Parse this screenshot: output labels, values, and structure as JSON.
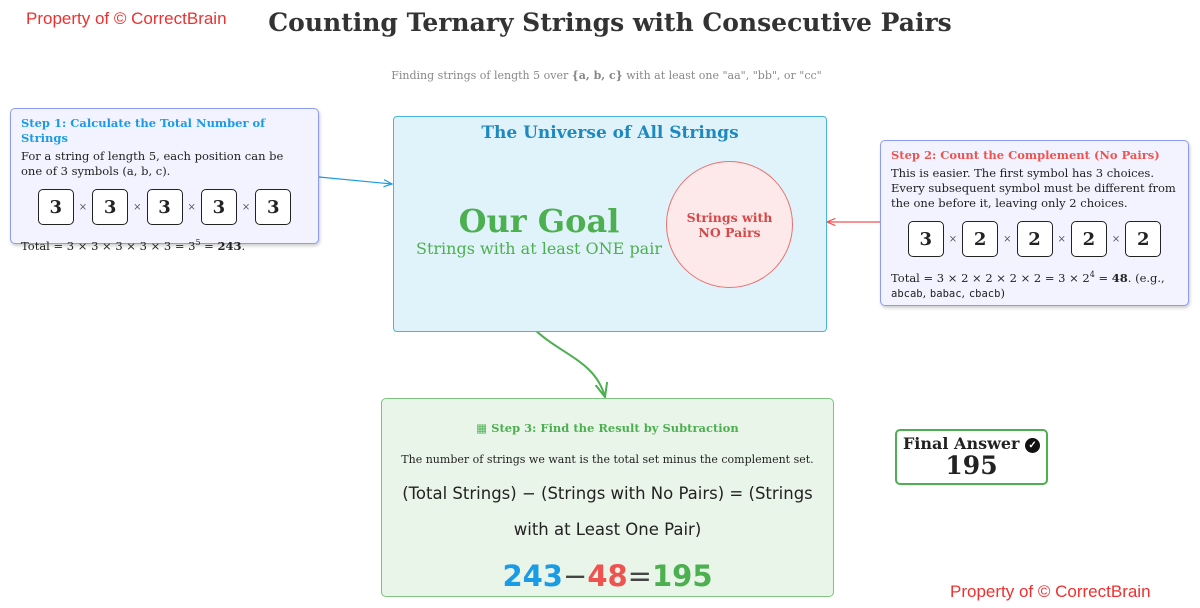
{
  "watermark": "Property of © CorrectBrain",
  "title": "Counting Ternary Strings with Consecutive Pairs",
  "subtitle": {
    "pre": "Finding strings of length 5 over ",
    "set": "{a, b, c}",
    "post": " with at least one \"aa\", \"bb\", or \"cc\""
  },
  "step1": {
    "heading": "Step 1: Calculate the Total Number of Strings",
    "text": "For a string of length 5, each position can be one of 3 symbols (a, b, c).",
    "boxes": [
      "3",
      "3",
      "3",
      "3",
      "3"
    ],
    "times": "×",
    "total_pre": "Total = 3 × 3 × 3 × 3 × 3 = 3",
    "exp": "5",
    "total_mid": " = ",
    "total_val": "243",
    "total_end": "."
  },
  "universe": {
    "title": "The Universe of All Strings",
    "goal": "Our Goal",
    "goal_sub": "Strings with at least ONE pair",
    "circle": "Strings with NO Pairs"
  },
  "step2": {
    "heading": "Step 2: Count the Complement (No Pairs)",
    "text": "This is easier. The first symbol has 3 choices. Every subsequent symbol must be different from the one before it, leaving only 2 choices.",
    "boxes": [
      "3",
      "2",
      "2",
      "2",
      "2"
    ],
    "times": "×",
    "total_pre": "Total = 3 × 2 × 2 × 2 × 2 = 3 × 2",
    "exp": "4",
    "total_mid": " = ",
    "total_val": "48",
    "total_end": ". (e.g., ",
    "ex1": "abcab",
    "ex2": "babac",
    "ex3": "cbacb",
    "close": ")"
  },
  "step3": {
    "heading": "Step 3: Find the Result by Subtraction",
    "text": "The number of strings we want is the total set minus the complement set.",
    "formula": "(Total Strings) − (Strings with No Pairs) = (Strings with at Least One Pair)",
    "a": "243",
    "minus": "−",
    "b": "48",
    "eq": "=",
    "c": "195"
  },
  "final": {
    "label": "Final Answer",
    "value": "195"
  },
  "colors": {
    "blue": "#1a9be6",
    "red": "#ef5350",
    "green": "#4caf50"
  }
}
